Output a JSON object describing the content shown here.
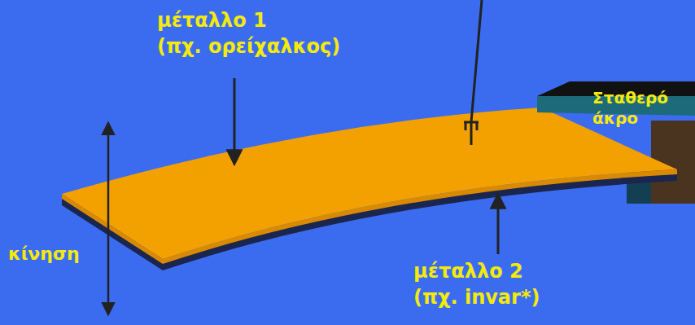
{
  "diagram": {
    "labels": [
      "μέταλλο 1",
      "(πχ. ορείχαλκος)",
      "Σταθερό άκρο",
      "κίνηση",
      "μέταλλο 2",
      "(πχ. invar*)"
    ]
  }
}
